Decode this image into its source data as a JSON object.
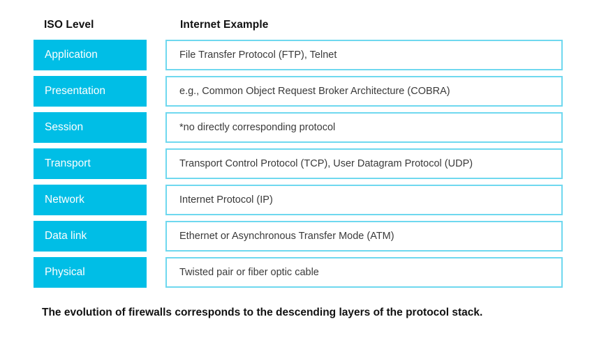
{
  "headers": {
    "iso_level": "ISO Level",
    "internet_example": "Internet Example"
  },
  "colors": {
    "level_chip_bg": "#00bee6",
    "example_box_border": "#6fd8ef",
    "example_box_bg": "#ffffff",
    "level_label_text": "#ffffff",
    "example_text": "#3a3a3a",
    "header_text": "#111111",
    "caption_text": "#111111",
    "page_bg": "#ffffff"
  },
  "caption": "The evolution of firewalls corresponds to the descending layers of the protocol stack.",
  "chart_data": {
    "type": "table",
    "title": "",
    "columns": [
      "ISO Level",
      "Internet Example"
    ],
    "rows": [
      [
        "Application",
        "File Transfer Protocol (FTP), Telnet"
      ],
      [
        "Presentation",
        "e.g., Common Object Request Broker Architecture (COBRA)"
      ],
      [
        "Session",
        "*no directly corresponding protocol"
      ],
      [
        "Transport",
        "Transport Control Protocol (TCP), User Datagram Protocol (UDP)"
      ],
      [
        "Network",
        "Internet Protocol (IP)"
      ],
      [
        "Data link",
        "Ethernet or Asynchronous Transfer Mode (ATM)"
      ],
      [
        "Physical",
        "Twisted pair or fiber optic cable"
      ]
    ]
  },
  "layers": [
    {
      "level": "Application",
      "example": "File Transfer Protocol (FTP), Telnet"
    },
    {
      "level": "Presentation",
      "example": "e.g., Common Object Request Broker Architecture (COBRA)"
    },
    {
      "level": "Session",
      "example": "*no directly corresponding protocol"
    },
    {
      "level": "Transport",
      "example": "Transport Control Protocol (TCP), User Datagram Protocol (UDP)"
    },
    {
      "level": "Network",
      "example": "Internet Protocol (IP)"
    },
    {
      "level": "Data link",
      "example": "Ethernet or Asynchronous Transfer Mode (ATM)"
    },
    {
      "level": "Physical",
      "example": "Twisted pair or fiber optic cable"
    }
  ]
}
